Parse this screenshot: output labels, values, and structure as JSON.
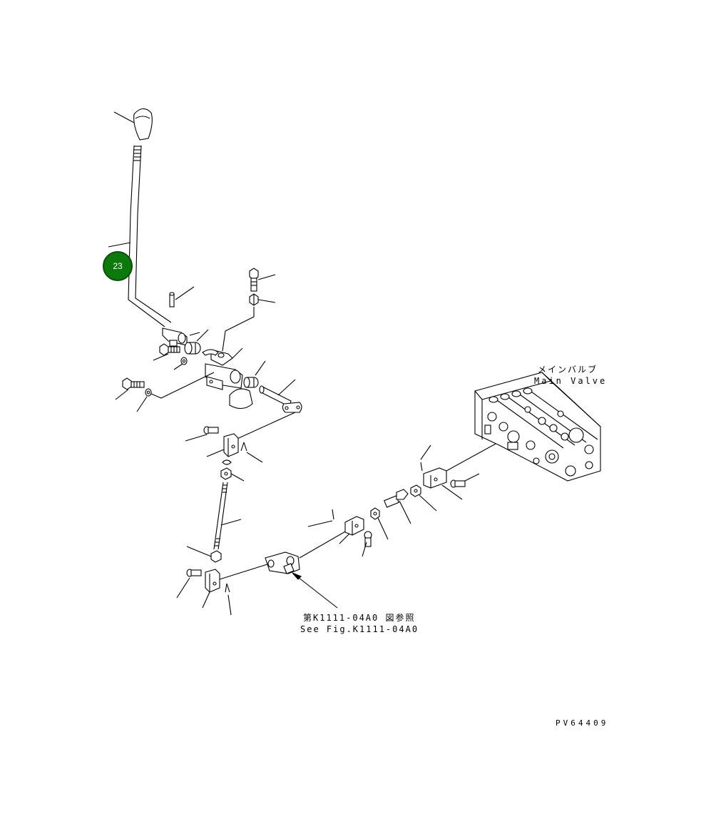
{
  "labels": {
    "main_valve_ja": "メインバルブ",
    "main_valve_en": "Main Valve",
    "see_fig_ja": "第K1111-04A0 図参照",
    "see_fig_en": "See Fig.K1111-04A0",
    "drawing_code": "PV64409"
  },
  "callouts": [
    {
      "number": "23",
      "color": "#0b7a0b"
    }
  ]
}
